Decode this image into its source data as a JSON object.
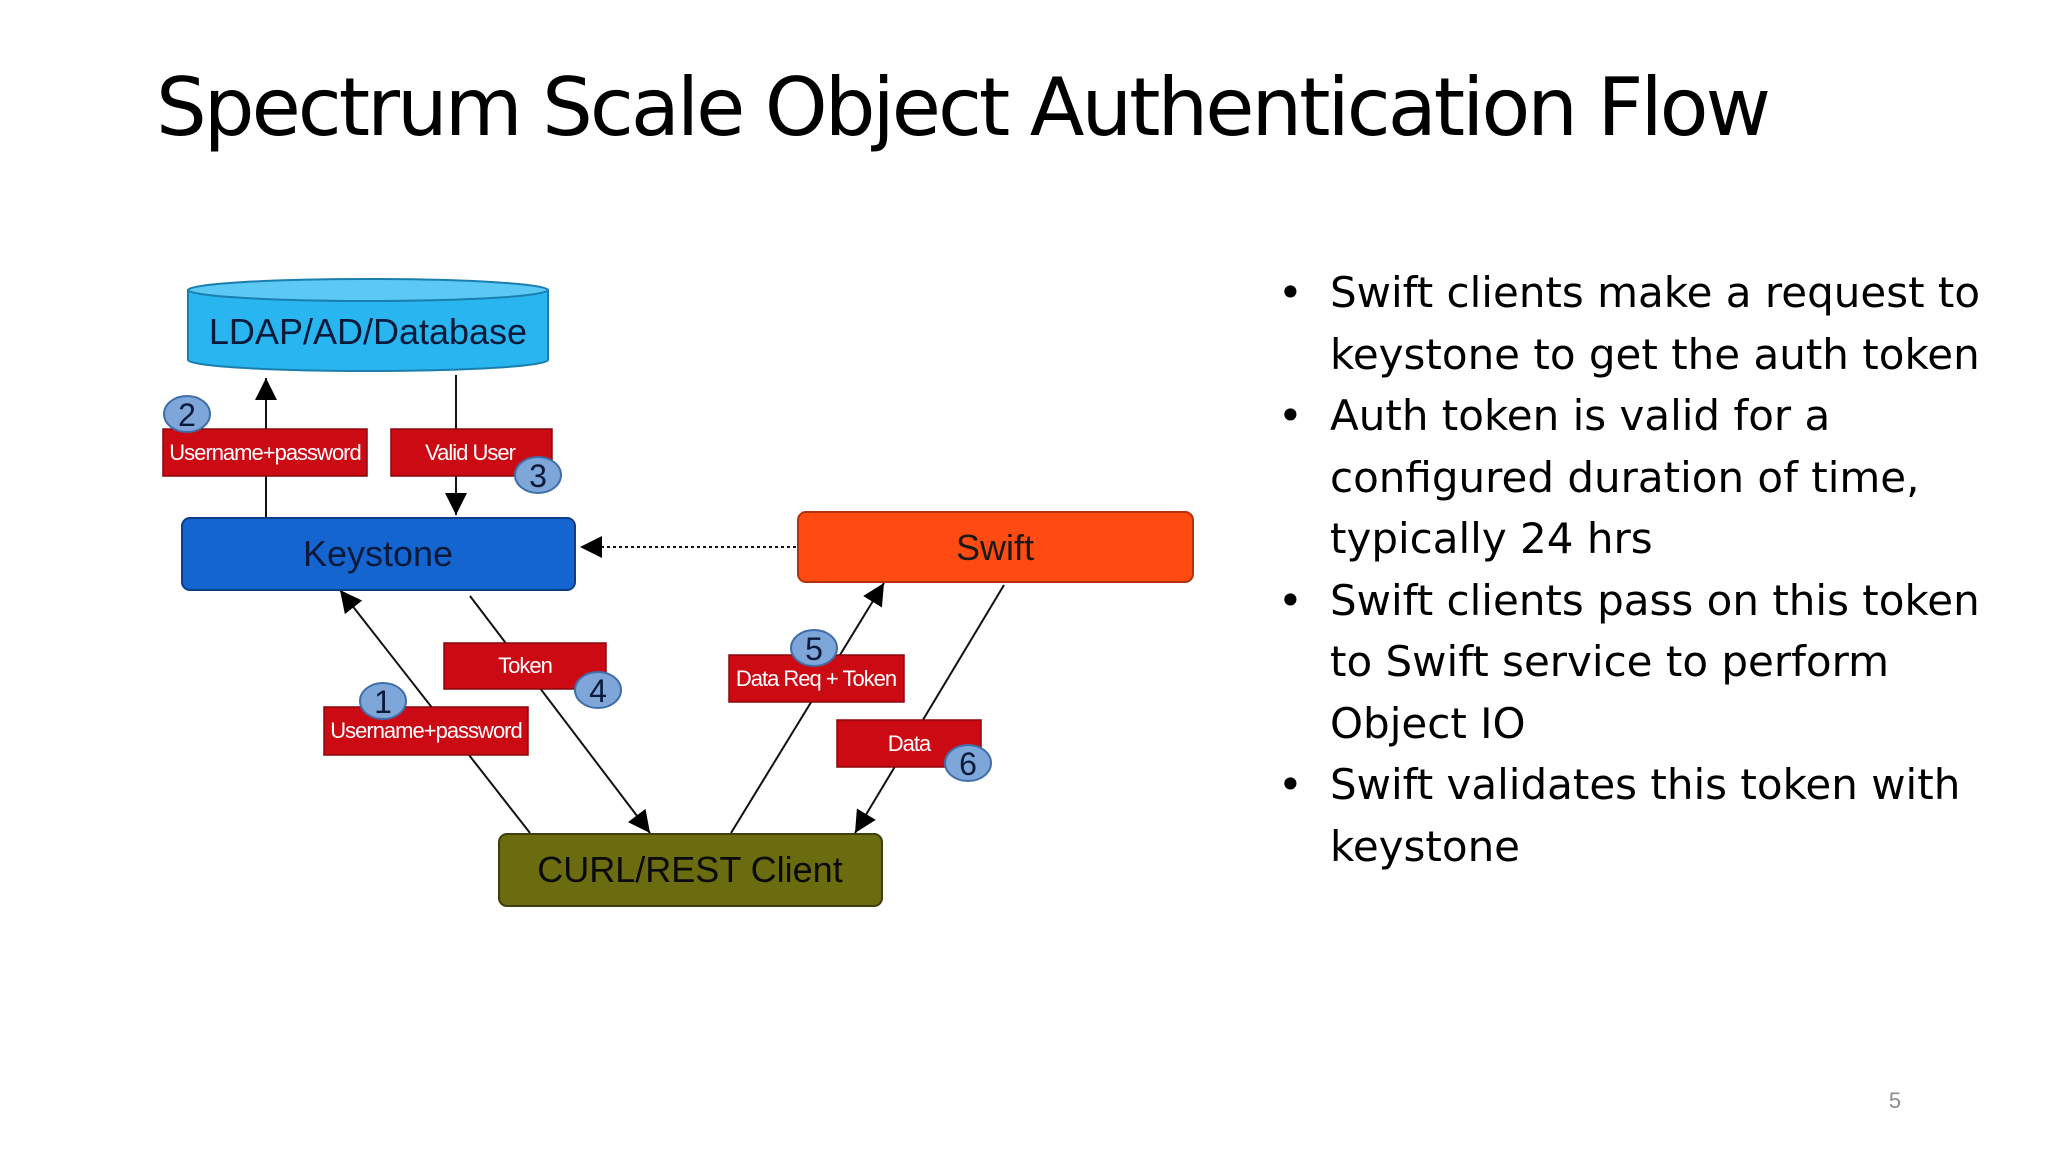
{
  "slide": {
    "title": "Spectrum Scale Object Authentication Flow",
    "page_number": "5"
  },
  "diagram": {
    "nodes": {
      "database": "LDAP/AD/Database",
      "keystone": "Keystone",
      "swift": "Swift",
      "client": "CURL/REST Client"
    },
    "labels": {
      "step1": "Username+password",
      "step2": "Username+password",
      "step3": "Valid User",
      "step4": "Token",
      "step5": "Data Req + Token",
      "step6": "Data"
    },
    "step_numbers": {
      "step1": "1",
      "step2": "2",
      "step3": "3",
      "step4": "4",
      "step5": "5",
      "step6": "6"
    }
  },
  "bullets": [
    "Swift clients make a request to keystone to get the auth token",
    "Auth token is valid for a configured duration of time, typically 24 hrs",
    "Swift clients pass on this token to Swift service to perform Object IO",
    "Swift validates this token with keystone"
  ],
  "colors": {
    "database": "#29b6f0",
    "keystone": "#1565d0",
    "swift": "#ff4a12",
    "client": "#6b6b10",
    "label": "#cc0a14",
    "step_badge": "#7fa6d8"
  }
}
